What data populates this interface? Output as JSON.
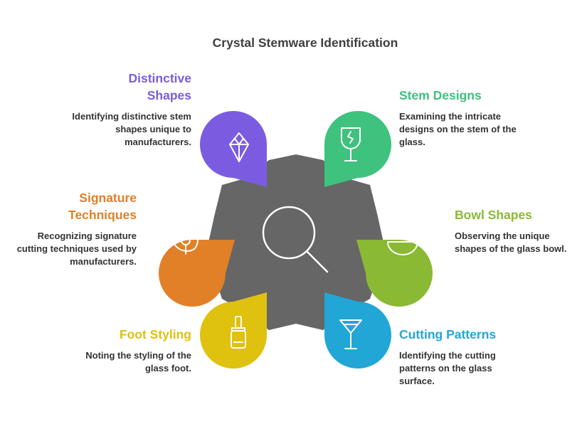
{
  "title": "Crystal Stemware Identification",
  "center": {
    "icon": "magnifier-icon",
    "color": "#666666"
  },
  "items": [
    {
      "id": "distinctive-shapes",
      "heading": "Distinctive Shapes",
      "heading_lines": [
        "Distinctive",
        "Shapes"
      ],
      "description": "Identifying distinctive stem shapes unique to manufacturers.",
      "color": "#7b5ce0",
      "icon": "diamond-icon"
    },
    {
      "id": "stem-designs",
      "heading": "Stem Designs",
      "heading_lines": [
        "Stem Designs"
      ],
      "description": "Examining the intricate designs on the stem of the glass.",
      "color": "#3ec27e",
      "icon": "broken-glass-icon"
    },
    {
      "id": "signature-techniques",
      "heading": "Signature Techniques",
      "heading_lines": [
        "Signature",
        "Techniques"
      ],
      "description": "Recognizing signature cutting techniques used by manufacturers.",
      "color": "#e18027",
      "icon": "flame-icon"
    },
    {
      "id": "bowl-shapes",
      "heading": "Bowl Shapes",
      "heading_lines": [
        "Bowl Shapes"
      ],
      "description": "Observing the unique shapes of the glass bowl.",
      "color": "#8ab934",
      "icon": "bowl-icon"
    },
    {
      "id": "foot-styling",
      "heading": "Foot Styling",
      "heading_lines": [
        "Foot Styling"
      ],
      "description": "Noting the styling of the glass foot.",
      "color": "#dfc10f",
      "icon": "bottle-icon"
    },
    {
      "id": "cutting-patterns",
      "heading": "Cutting Patterns",
      "heading_lines": [
        "Cutting Patterns"
      ],
      "description": "Identifying the cutting patterns on the glass surface.",
      "color": "#21a6d6",
      "icon": "cocktail-glass-icon"
    }
  ]
}
